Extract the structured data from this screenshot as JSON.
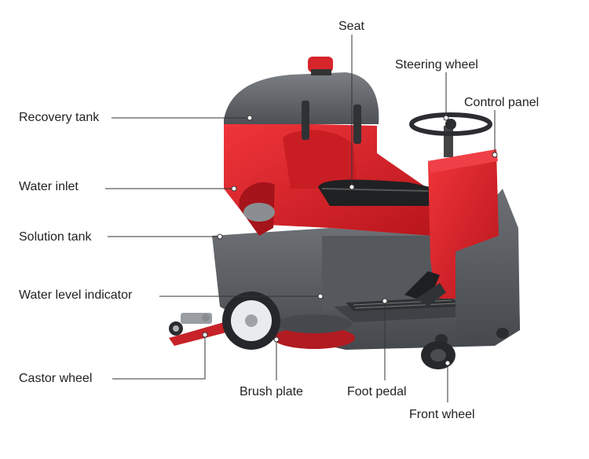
{
  "labels": {
    "seat": "Seat",
    "steering_wheel": "Steering wheel",
    "control_panel": "Control panel",
    "recovery_tank": "Recovery tank",
    "water_inlet": "Water inlet",
    "solution_tank": "Solution tank",
    "water_level_indicator": "Water level indicator",
    "castor_wheel": "Castor wheel",
    "brush_plate": "Brush plate",
    "foot_pedal": "Foot pedal",
    "front_wheel": "Front wheel"
  },
  "colors": {
    "body_red": "#e2232a",
    "body_dark_red": "#b8161c",
    "grey_body": "#5d6165",
    "grey_dark": "#3e4246",
    "grey_light": "#7a7f84",
    "leader_line": "#333333",
    "label_text": "#222222"
  }
}
